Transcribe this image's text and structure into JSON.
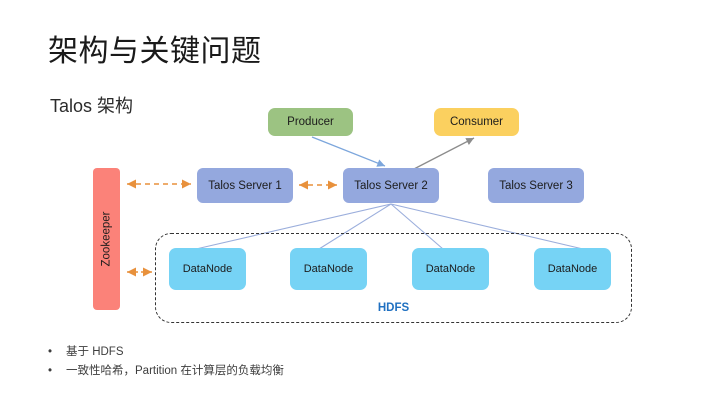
{
  "slide": {
    "title": "架构与关键问题",
    "subtitle": "Talos 架构"
  },
  "diagram": {
    "producer": {
      "label": "Producer",
      "color": "#9CC382"
    },
    "consumer": {
      "label": "Consumer",
      "color": "#FBD05F"
    },
    "zookeeper": {
      "label": "Zookeeper",
      "color": "#FB8279"
    },
    "talos_servers": [
      {
        "label": "Talos Server 1",
        "color": "#94A8DE"
      },
      {
        "label": "Talos Server 2",
        "color": "#94A8DE"
      },
      {
        "label": "Talos Server 3",
        "color": "#94A8DE"
      }
    ],
    "datanodes": [
      {
        "label": "DataNode",
        "color": "#76D3F5"
      },
      {
        "label": "DataNode",
        "color": "#76D3F5"
      },
      {
        "label": "DataNode",
        "color": "#76D3F5"
      },
      {
        "label": "DataNode",
        "color": "#76D3F5"
      }
    ],
    "hdfs_group": {
      "label": "HDFS",
      "label_color": "#1F70C1",
      "border_style": "dashed"
    },
    "edges": [
      {
        "from": "Producer",
        "to": "Talos Server 2",
        "style": "solid",
        "color": "#7CA6DC",
        "arrow": "single"
      },
      {
        "from": "Talos Server 2",
        "to": "Consumer",
        "style": "solid",
        "color": "#8C8C8C",
        "arrow": "single"
      },
      {
        "from": "Zookeeper",
        "to": "Talos Server 1",
        "style": "dashed",
        "color": "#E8913C",
        "arrow": "double"
      },
      {
        "from": "Talos Server 1",
        "to": "Talos Server 2",
        "style": "dashed",
        "color": "#E8913C",
        "arrow": "double"
      },
      {
        "from": "Zookeeper",
        "to": "HDFS",
        "style": "dashed",
        "color": "#E8913C",
        "arrow": "double"
      },
      {
        "from": "Talos Server 2",
        "to": "DataNode 1",
        "style": "solid",
        "color": "#9BAEDC",
        "arrow": "none"
      },
      {
        "from": "Talos Server 2",
        "to": "DataNode 2",
        "style": "solid",
        "color": "#9BAEDC",
        "arrow": "none"
      },
      {
        "from": "Talos Server 2",
        "to": "DataNode 3",
        "style": "solid",
        "color": "#9BAEDC",
        "arrow": "none"
      },
      {
        "from": "Talos Server 2",
        "to": "DataNode 4",
        "style": "solid",
        "color": "#9BAEDC",
        "arrow": "none"
      }
    ]
  },
  "bullets": [
    {
      "mark": "•",
      "text": "基于 HDFS"
    },
    {
      "mark": "•",
      "text": "一致性哈希，Partition 在计算层的负载均衡"
    }
  ]
}
